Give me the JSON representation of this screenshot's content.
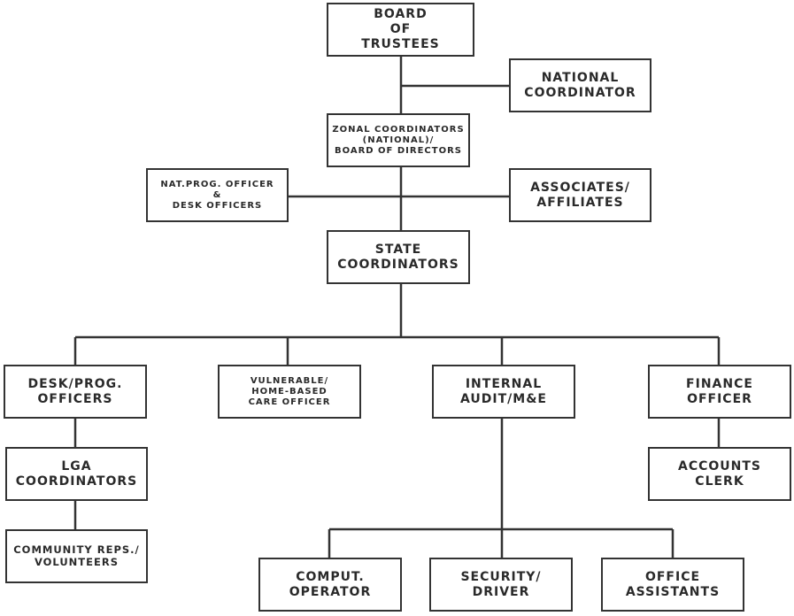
{
  "colors": {
    "line": "#333333",
    "text": "#2a2a2a"
  },
  "nodes": {
    "board": "BOARD\nOF\nTRUSTEES",
    "national": "NATIONAL\nCOORDINATOR",
    "zonal": "ZONAL COORDINATORS\n(NATIONAL)/\nBOARD OF DIRECTORS",
    "natprog": "NAT.PROG. OFFICER\n&\nDESK OFFICERS",
    "associates": "ASSOCIATES/\nAFFILIATES",
    "state": "STATE\nCOORDINATORS",
    "desk": "DESK/PROG.\nOFFICERS",
    "vulnerable": "VULNERABLE/\nHOME-BASED\nCARE OFFICER",
    "audit": "INTERNAL\nAUDIT/M&E",
    "finance": "FINANCE\nOFFICER",
    "lga": "LGA\nCOORDINATORS",
    "community": "COMMUNITY REPS./\nVOLUNTEERS",
    "accounts": "ACCOUNTS\nCLERK",
    "comput": "COMPUT.\nOPERATOR",
    "security": "SECURITY/\nDRIVER",
    "office": "OFFICE\nASSISTANTS"
  }
}
